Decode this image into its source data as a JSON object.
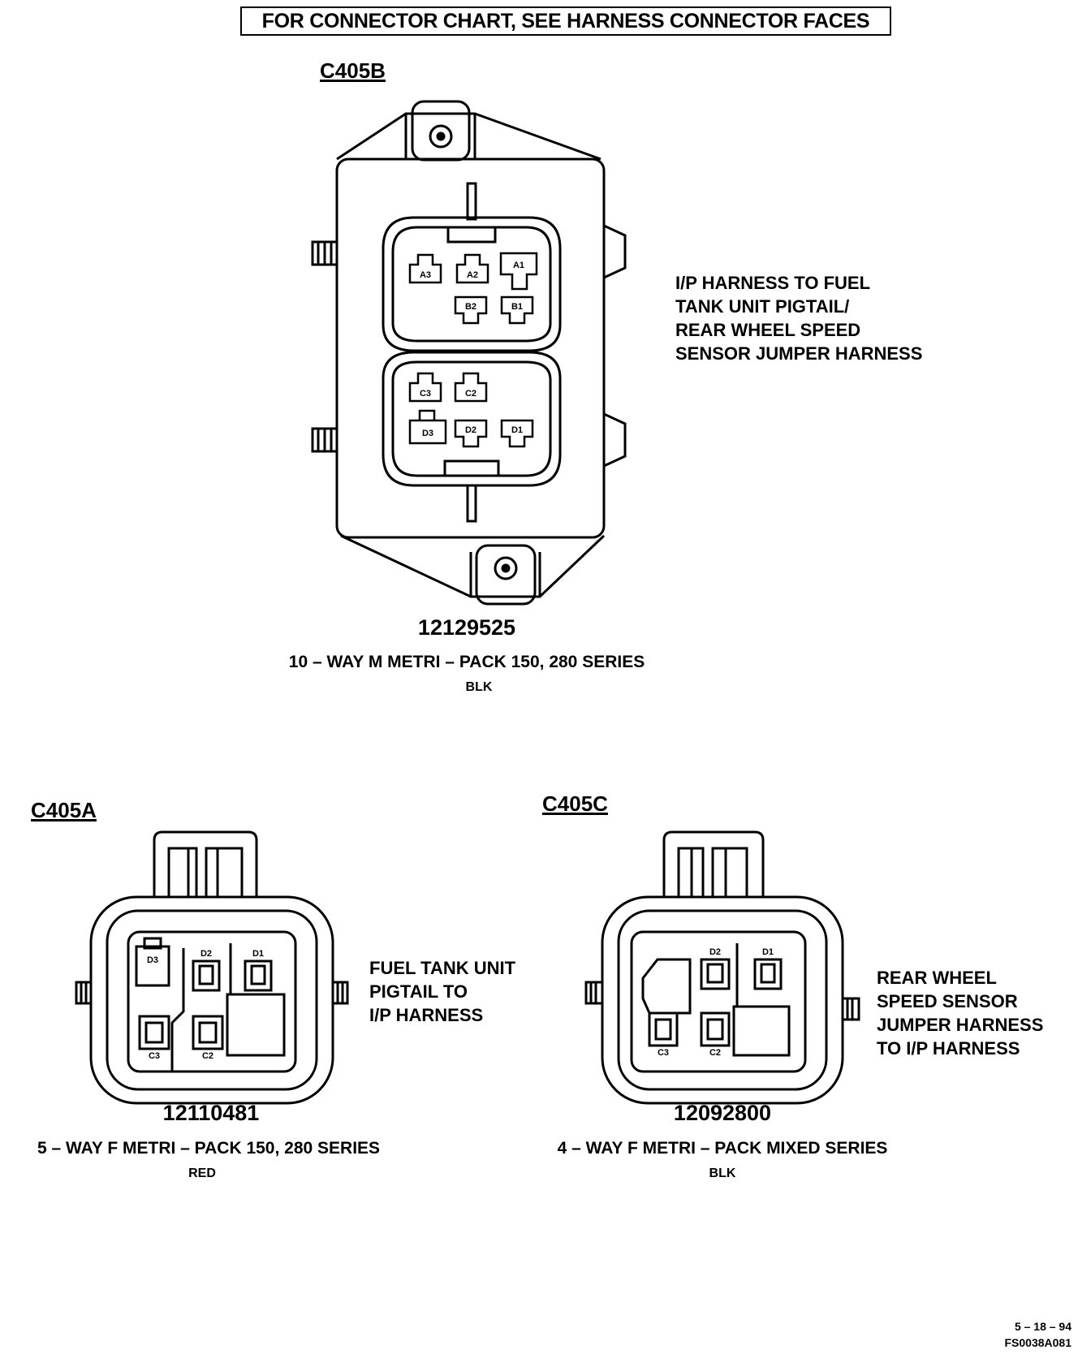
{
  "header": {
    "text": "FOR CONNECTOR CHART, SEE HARNESS CONNECTOR FACES"
  },
  "connectors": {
    "c405b": {
      "id": "C405B",
      "description": "I/P HARNESS TO FUEL\nTANK UNIT PIGTAIL/\nREAR WHEEL SPEED\nSENSOR JUMPER HARNESS",
      "part_number": "12129525",
      "series": "10 – WAY M METRI – PACK 150, 280 SERIES",
      "color": "BLK",
      "pins": {
        "a3": "A3",
        "a2": "A2",
        "a1": "A1",
        "b2": "B2",
        "b1": "B1",
        "c3": "C3",
        "c2": "C2",
        "d3": "D3",
        "d2": "D2",
        "d1": "D1"
      }
    },
    "c405a": {
      "id": "C405A",
      "description": "FUEL TANK UNIT\nPIGTAIL TO\nI/P HARNESS",
      "part_number": "12110481",
      "series": "5 – WAY F METRI – PACK 150, 280 SERIES",
      "color": "RED",
      "pins": {
        "d3": "D3",
        "d2": "D2",
        "d1": "D1",
        "c3": "C3",
        "c2": "C2"
      }
    },
    "c405c": {
      "id": "C405C",
      "description": "REAR WHEEL\nSPEED SENSOR\nJUMPER HARNESS\nTO I/P HARNESS",
      "part_number": "12092800",
      "series": "4 – WAY F METRI – PACK MIXED SERIES",
      "color": "BLK",
      "pins": {
        "d2": "D2",
        "d1": "D1",
        "c3": "C3",
        "c2": "C2"
      }
    }
  },
  "footer": {
    "date": "5 – 18 – 94",
    "code": "FS0038A081"
  }
}
